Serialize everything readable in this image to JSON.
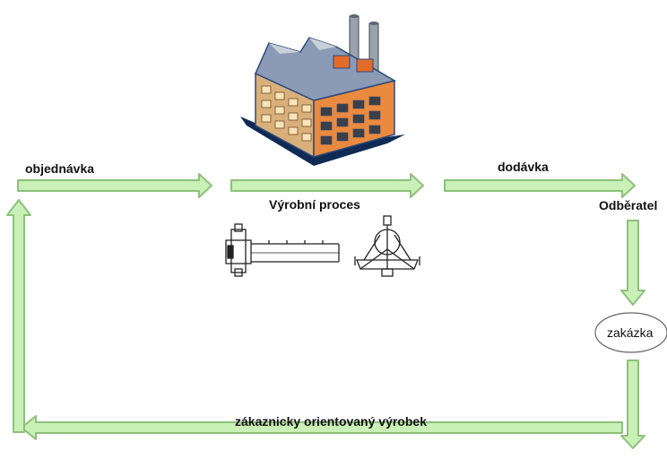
{
  "labels": {
    "order": "objednávka",
    "production": "Výrobní proces",
    "delivery": "dodávka",
    "customer": "Odběratel",
    "job": "zakázka",
    "product": "zákaznicky orientovaný výrobek"
  },
  "colors": {
    "arrow_fill": "#c9f0b6",
    "arrow_stroke": "#8ec07c",
    "factory_front": "#e98a3e",
    "factory_side": "#d9b07a",
    "factory_roof": "#8b9bb5"
  },
  "icons": [
    "factory-icon",
    "conveyor-machine-icon",
    "press-machine-icon"
  ]
}
